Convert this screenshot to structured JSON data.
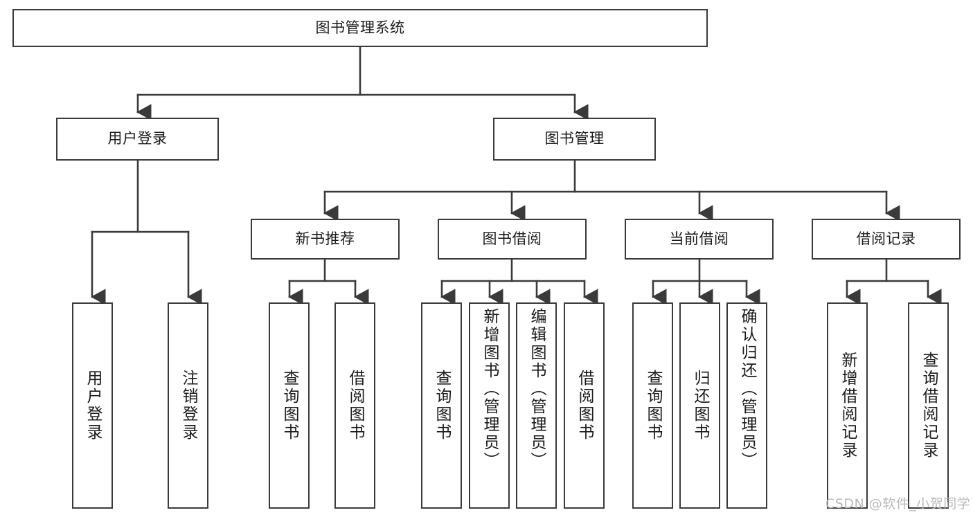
{
  "diagram": {
    "type": "tree-hierarchy",
    "title": "图书管理系统",
    "watermark": "CSDN @软件_小贺同学",
    "colors": {
      "stroke": "#3a3a3a",
      "fill": "#ffffff",
      "text": "#1b1b1b",
      "watermark": "#b9b9b9"
    },
    "nodes": {
      "root": {
        "label": "图书管理系统"
      },
      "level2": [
        {
          "id": "user-login",
          "label": "用户登录"
        },
        {
          "id": "book-manage",
          "label": "图书管理"
        }
      ],
      "level3": [
        {
          "id": "new-book-rec",
          "label": "新书推荐"
        },
        {
          "id": "book-borrow",
          "label": "图书借阅"
        },
        {
          "id": "current-borrow",
          "label": "当前借阅"
        },
        {
          "id": "borrow-record",
          "label": "借阅记录"
        }
      ],
      "leaves": {
        "user-login": [
          {
            "id": "leaf-user-login",
            "label": "用户登录"
          },
          {
            "id": "leaf-logout",
            "label": "注销登录"
          }
        ],
        "new-book-rec": [
          {
            "id": "leaf-query-book-1",
            "label": "查询图书"
          },
          {
            "id": "leaf-borrow-book-1",
            "label": "借阅图书"
          }
        ],
        "book-borrow": [
          {
            "id": "leaf-query-book-2",
            "label": "查询图书"
          },
          {
            "id": "leaf-add-book",
            "label": "新增图书（管理员）"
          },
          {
            "id": "leaf-edit-book",
            "label": "编辑图书（管理员）"
          },
          {
            "id": "leaf-borrow-book-2",
            "label": "借阅图书"
          }
        ],
        "current-borrow": [
          {
            "id": "leaf-query-book-3",
            "label": "查询图书"
          },
          {
            "id": "leaf-return-book",
            "label": "归还图书"
          },
          {
            "id": "leaf-confirm-return",
            "label": "确认归还（管理员）"
          }
        ],
        "borrow-record": [
          {
            "id": "leaf-add-record",
            "label": "新增借阅记录"
          },
          {
            "id": "leaf-query-record",
            "label": "查询借阅记录"
          }
        ]
      }
    }
  }
}
